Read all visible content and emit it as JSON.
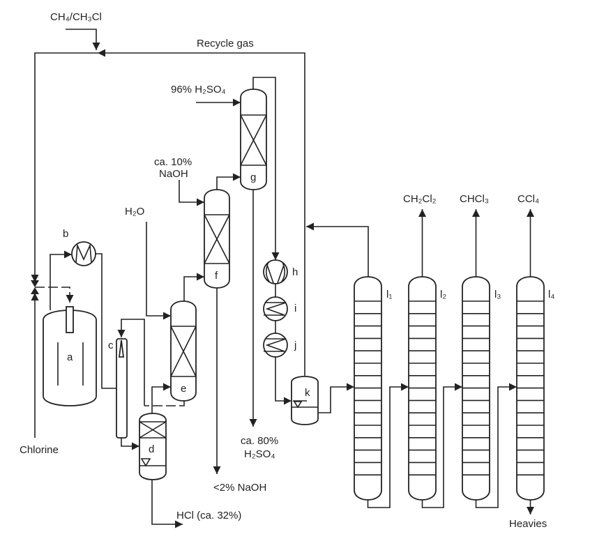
{
  "streams": {
    "feed": "CH₄/CH₃Cl",
    "recycle": "Recycle gas",
    "chlorine": "Chlorine",
    "h2o": "H₂O",
    "naoh_in_1": "ca. 10%",
    "naoh_in_2": "NaOH",
    "h2so4_in": "96% H₂SO₄",
    "h2so4_out_1": "ca. 80%",
    "h2so4_out_2": "H₂SO₄",
    "naoh_out": "<2% NaOH",
    "hcl_out": "HCl (ca. 32%)",
    "ch2cl2": "CH₂Cl₂",
    "chcl3": "CHCl₃",
    "ccl4": "CCl₄",
    "heavies": "Heavies"
  },
  "units": {
    "a": "a",
    "b": "b",
    "c": "c",
    "d": "d",
    "e": "e",
    "f": "f",
    "g": "g",
    "h": "h",
    "i": "i",
    "j": "j",
    "k": "k",
    "l1": "l₁",
    "l2": "l₂",
    "l3": "l₃",
    "l4": "l₄"
  },
  "line_color": "#222222"
}
